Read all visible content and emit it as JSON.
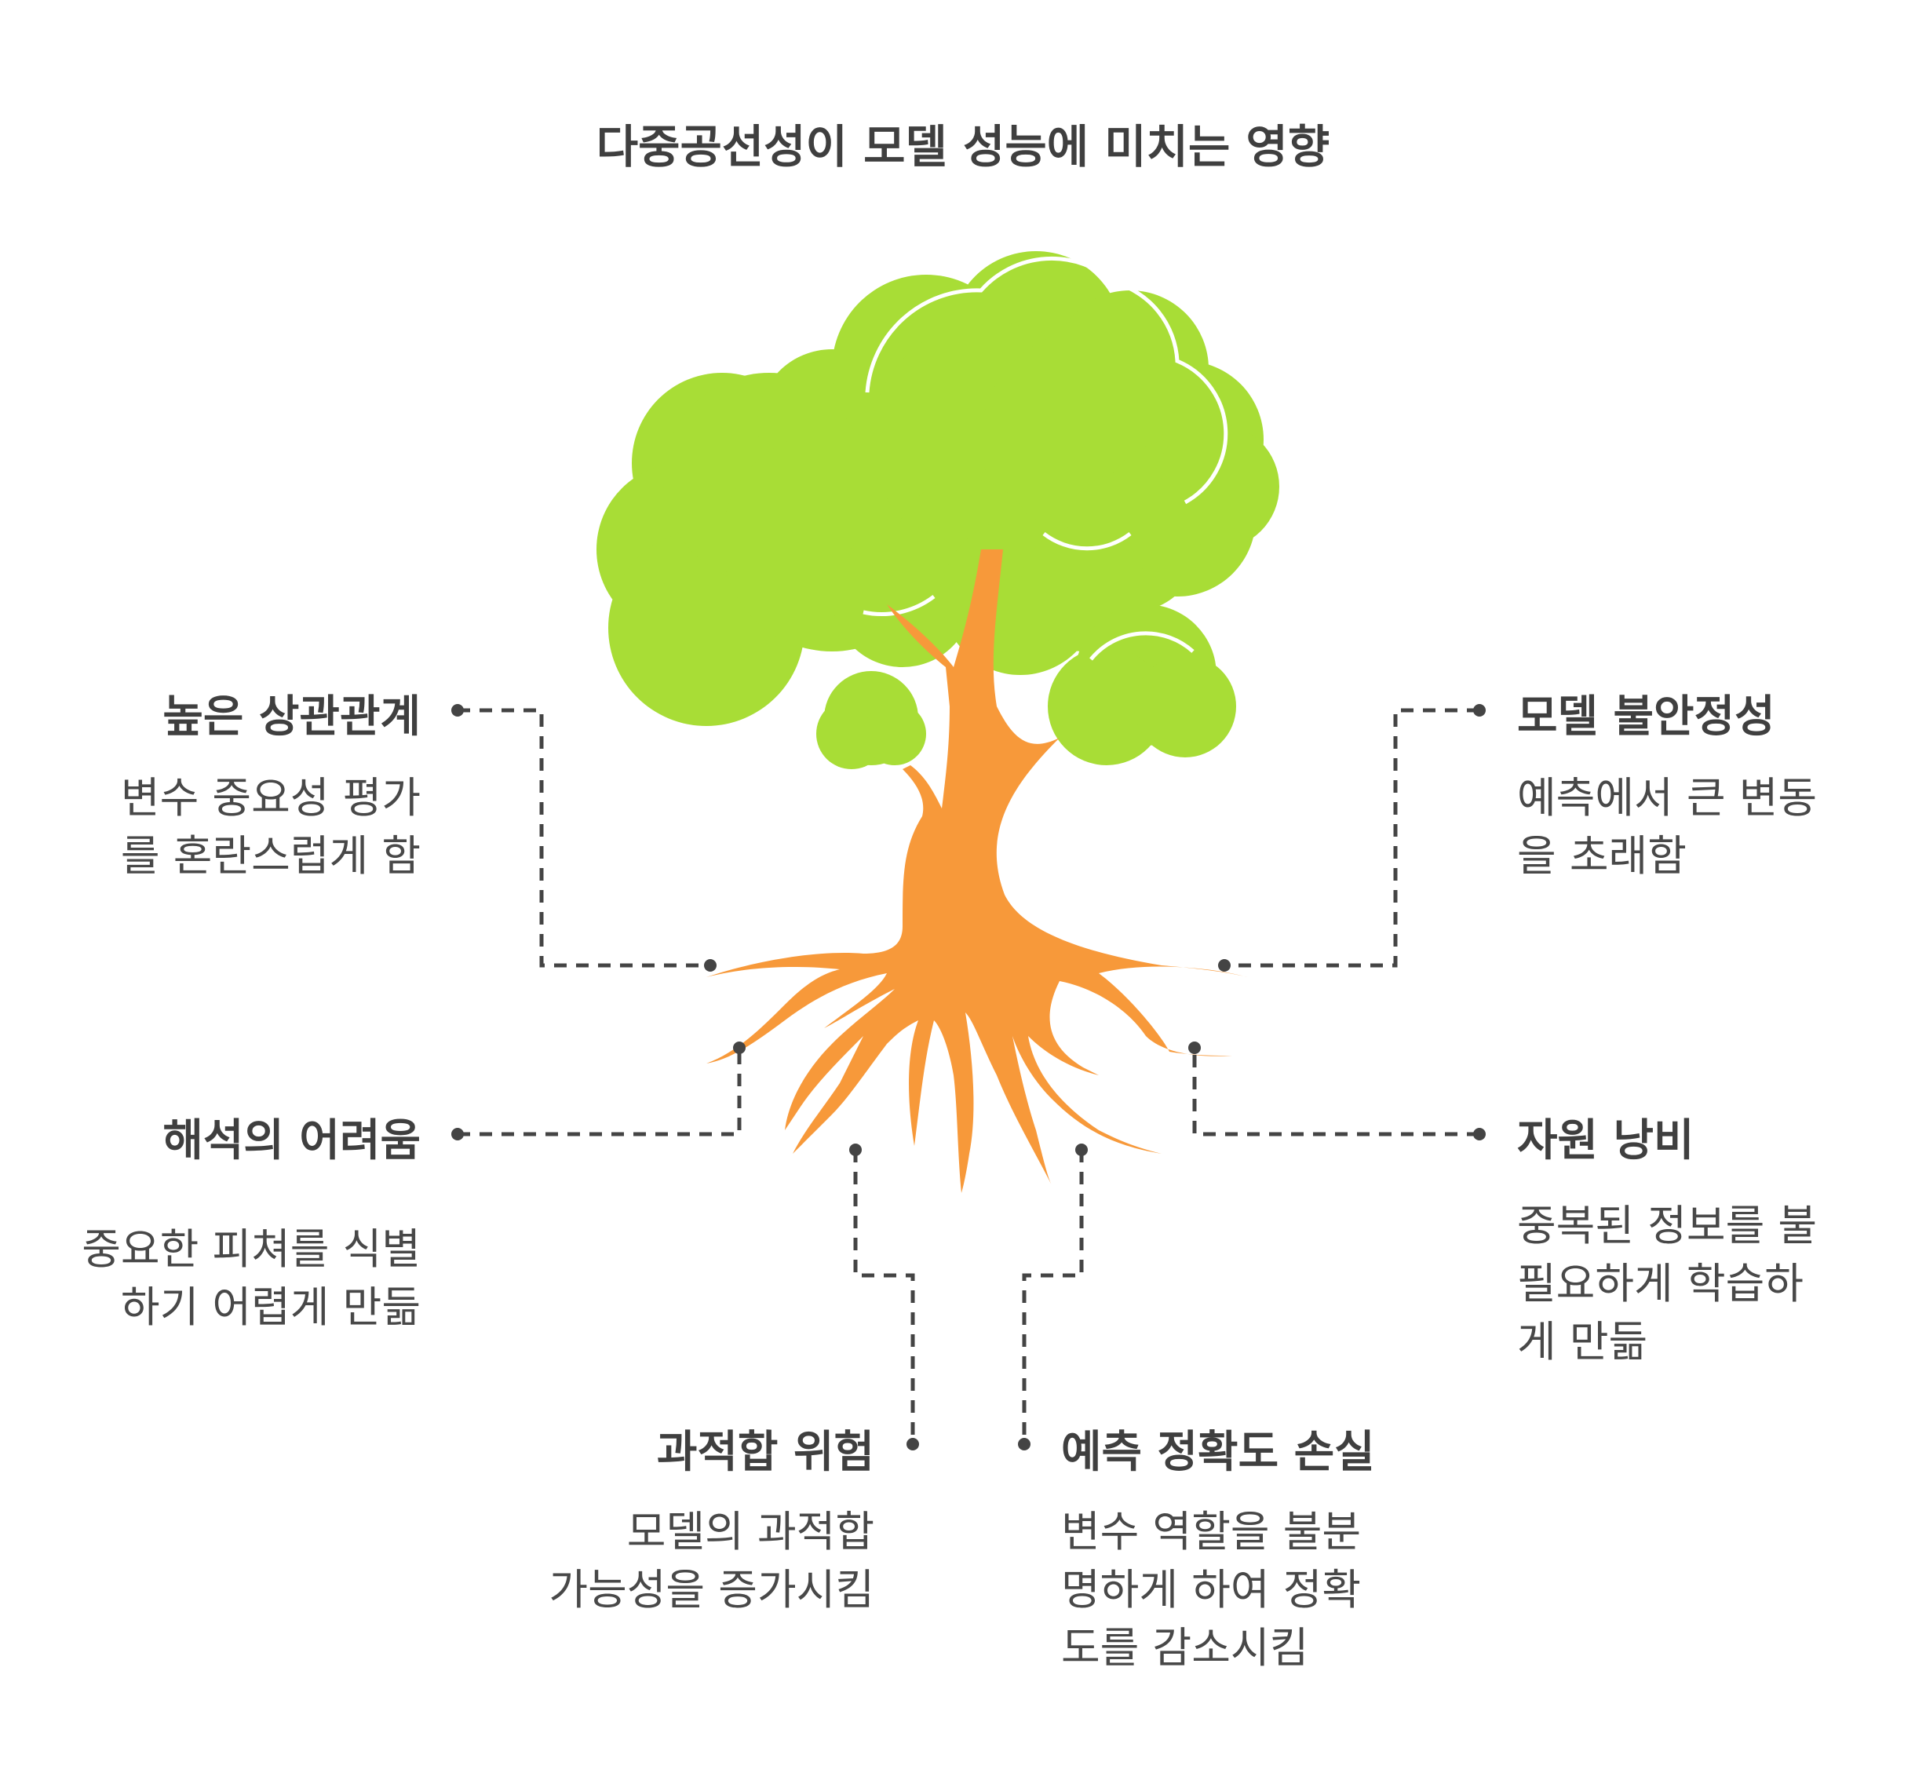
{
  "title": "다중공선성이 모델 성능에 미치는 영향",
  "colors": {
    "foliage": "#a8dd36",
    "trunk": "#f7993a",
    "text": "#3f3f3f",
    "connector": "#444444"
  },
  "items": [
    {
      "label": "높은 상관관계",
      "desc": [
        "변수 중요성 평가",
        "를 혼란스럽게 함"
      ]
    },
    {
      "label": "모델 불안정성",
      "desc": [
        "예측에서 큰 변동",
        "을 초래함"
      ]
    },
    {
      "label": "해석의 어려움",
      "desc": [
        "중요한 피쳐를 식별",
        "하기 어렵게 만듦"
      ]
    },
    {
      "label": "자원 낭비",
      "desc": [
        "중복된 정보를 불",
        "필요하게 학습하",
        "게 만듦"
      ]
    },
    {
      "label": "과적합 위험",
      "desc": [
        "모델의 과적합",
        "가능성을 증가시킴"
      ]
    },
    {
      "label": "예측 정확도 손실",
      "desc": [
        "변수 역할을 불분",
        "명하게 하여 정확",
        "도를 감소시킴"
      ]
    }
  ]
}
